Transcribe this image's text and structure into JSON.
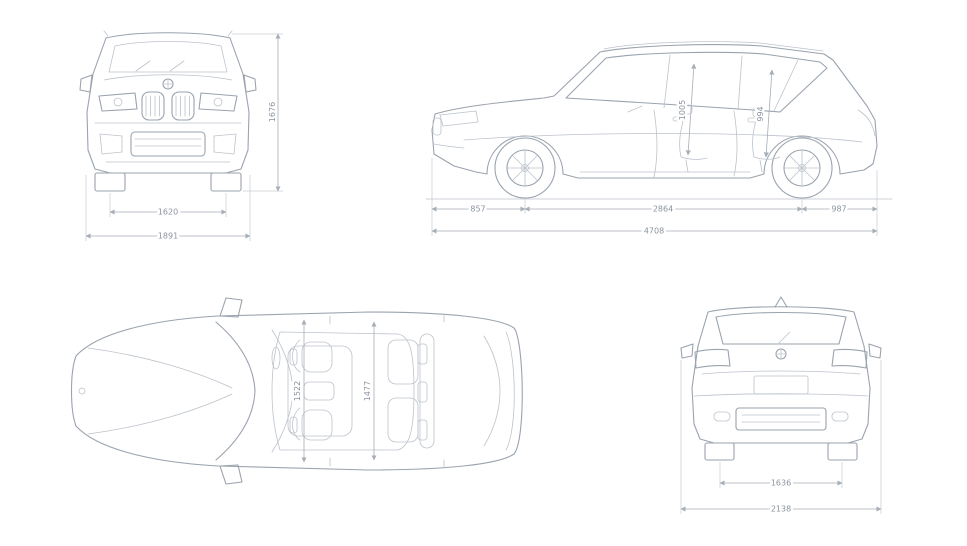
{
  "views": {
    "front": {
      "dimensions": {
        "track": "1620",
        "overall_width": "1891",
        "height": "1676"
      }
    },
    "side": {
      "dimensions": {
        "front_overhang": "857",
        "wheelbase": "2864",
        "rear_overhang": "987",
        "overall_length": "4708",
        "front_interior_height": "1005",
        "rear_interior_height": "994"
      }
    },
    "top": {
      "dimensions": {
        "front_interior_width": "1522",
        "rear_interior_width": "1477"
      }
    },
    "rear": {
      "dimensions": {
        "track": "1636",
        "overall_width_mirrors": "2138"
      }
    }
  },
  "colors": {
    "line": "#9aa3ae",
    "line_light": "#bcc3cb",
    "dimension_line": "#a6aeb8",
    "dimension_text": "#8b939e"
  }
}
